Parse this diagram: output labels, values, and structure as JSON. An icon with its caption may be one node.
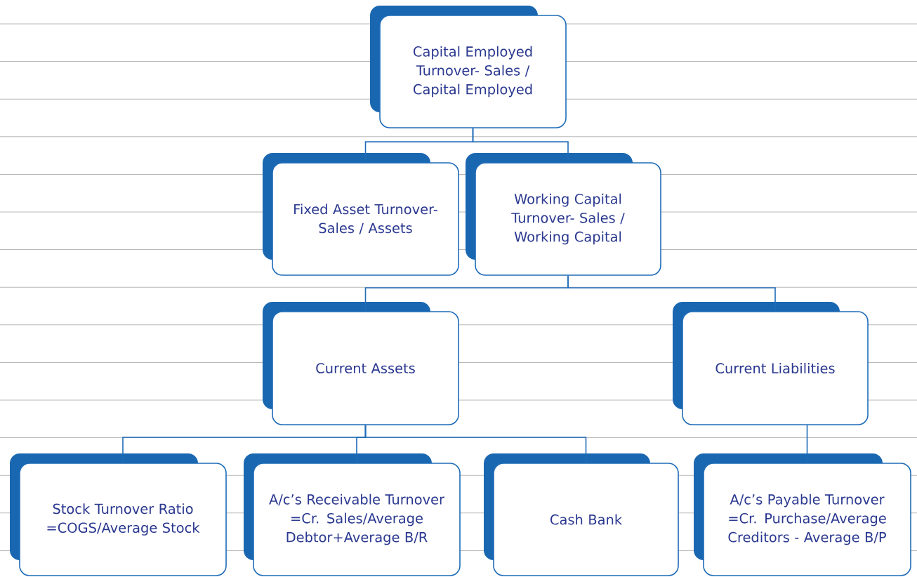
{
  "diagram": {
    "nodes": [
      {
        "text": [
          "Capital Employed Turnover- Sales / Capital Employed"
        ]
      },
      {
        "text": [
          "Fixed Asset Turnover- Sales / Assets"
        ]
      },
      {
        "text": [
          "Working Capital Turnover- Sales / Working Capital"
        ]
      },
      {
        "text": [
          "Current Assets"
        ]
      },
      {
        "text": [
          "Current Liabilities"
        ]
      },
      {
        "text": [
          "Stock Turnover Ratio =COGS/Average Stock"
        ]
      },
      {
        "text": [
          "A/c’s Receivable Turnover =Cr. Sales/Average Debtor+Average B/R"
        ]
      },
      {
        "text": [
          "Cash Bank"
        ]
      },
      {
        "text": [
          "A/c’s Payable Turnover =Cr. Purchase/Average Creditors - Average B/P"
        ]
      }
    ],
    "edges": [
      {
        "from": 0,
        "to": 1,
        "arrow": "none"
      },
      {
        "from": 0,
        "to": 2,
        "arrow": "none"
      },
      {
        "from": 2,
        "to": 3,
        "arrow": "none"
      },
      {
        "from": 2,
        "to": 4,
        "arrow": "none"
      },
      {
        "from": 3,
        "to": 5,
        "arrow": "none"
      },
      {
        "from": 3,
        "to": 6,
        "arrow": "none"
      },
      {
        "from": 3,
        "to": 7,
        "arrow": "none"
      },
      {
        "from": 4,
        "to": 8,
        "arrow": "none"
      }
    ]
  }
}
